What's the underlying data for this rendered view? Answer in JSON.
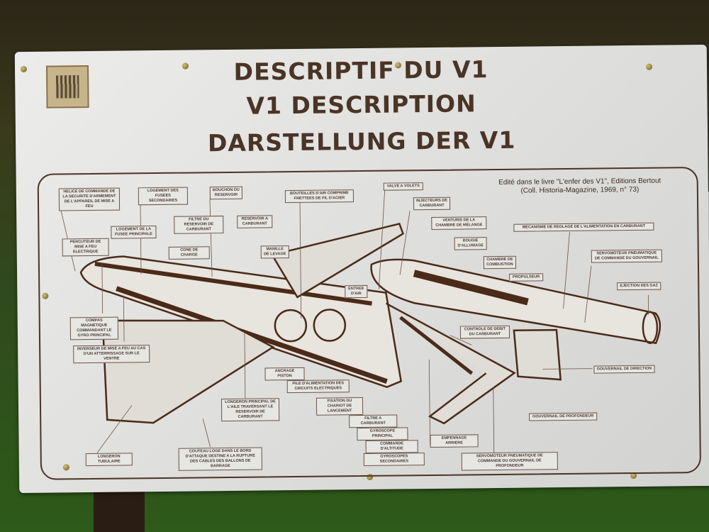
{
  "titles": [
    "DESCRIPTIF DU V1",
    "V1 DESCRIPTION",
    "DARSTELLUNG DER V1"
  ],
  "credit": [
    "Edité dans le livre \"L'enfer des V1\", Editions Bertout",
    "(Coll. Historia-Magazine, 1969, n° 73)"
  ],
  "labels": [
    "HELICE DE COMMANDE DE LA SECURITE D'ARMEMENT DE L'APPAREIL DE MISE A FEU",
    "LOGEMENT DES FUSEES SECONDAIRES",
    "BOUCHON DU RESERVOIR",
    "BOUTEILLES D'AIR COMPRIME FRETTEES DE FIL D'ACIER",
    "VALVE A VOLETS",
    "INJECTEURS DE CARBURANT",
    "FILTRE DU RESERVOIR DE CARBURANT",
    "RESERVOIR A CARBURANT",
    "LOGEMENT DE LA FUSEE PRINCIPALE",
    "VENTURIS DE LA CHAMBRE DE MELANGE",
    "PERCUTEUR DE MISE A FEU ELECTRIQUE",
    "BOUGIE D'ALLUMAGE",
    "CONE DE CHARGE",
    "MANILLE DE LEVAGE",
    "MECANISME DE REGLAGE DE L'ALIMENTATION EN CARBURANT",
    "SERVOMOTEUR PNEUMATIQUE DE COMMANDE DU GOUVERNAIL",
    "CHAMBRE DE COMBUSTION",
    "PROPULSEUR",
    "ENTREE D'AIR",
    "EJECTION DES GAZ",
    "COMPAS MAGNETIQUE COMMANDANT LE GYRO PRINCIPAL",
    "INVERSEUR DE MISE A FEU AU CAS D'UN ATTERRISSAGE SUR LE VENTRE",
    "CONTROLE DE DEBIT DU CARBURANT",
    "GOUVERNAIL DE DIRECTION",
    "ANCRAGE PISTON",
    "PILE D'ALIMENTATION DES CIRCUITS ELECTRIQUES",
    "FIXATION DU CHARIOT DE LANCEMENT",
    "LONGERON PRINCIPAL DE L'AILE TRAVERSANT LE RESERVOIR DE CARBURANT",
    "FILTRE A CARBURANT",
    "GOUVERNAIL DE PROFONDEUR",
    "GYROSCOPE PRINCIPAL",
    "EMPENNAGE ARRIERE",
    "COMMANDE D'ALTITUDE",
    "LONGERON TUBULAIRE",
    "COUTEAU LOGE DANS LE BORD D'ATTAQUE DESTINE A LA RUPTURE DES CABLES DES BALLONS DE BARRAGE",
    "GYROSCOPES SECONDAIRES",
    "SERVOMOTEUR PNEUMATIQUE DE COMMANDE DU GOUVERNAIL DE PROFONDEUR"
  ]
}
